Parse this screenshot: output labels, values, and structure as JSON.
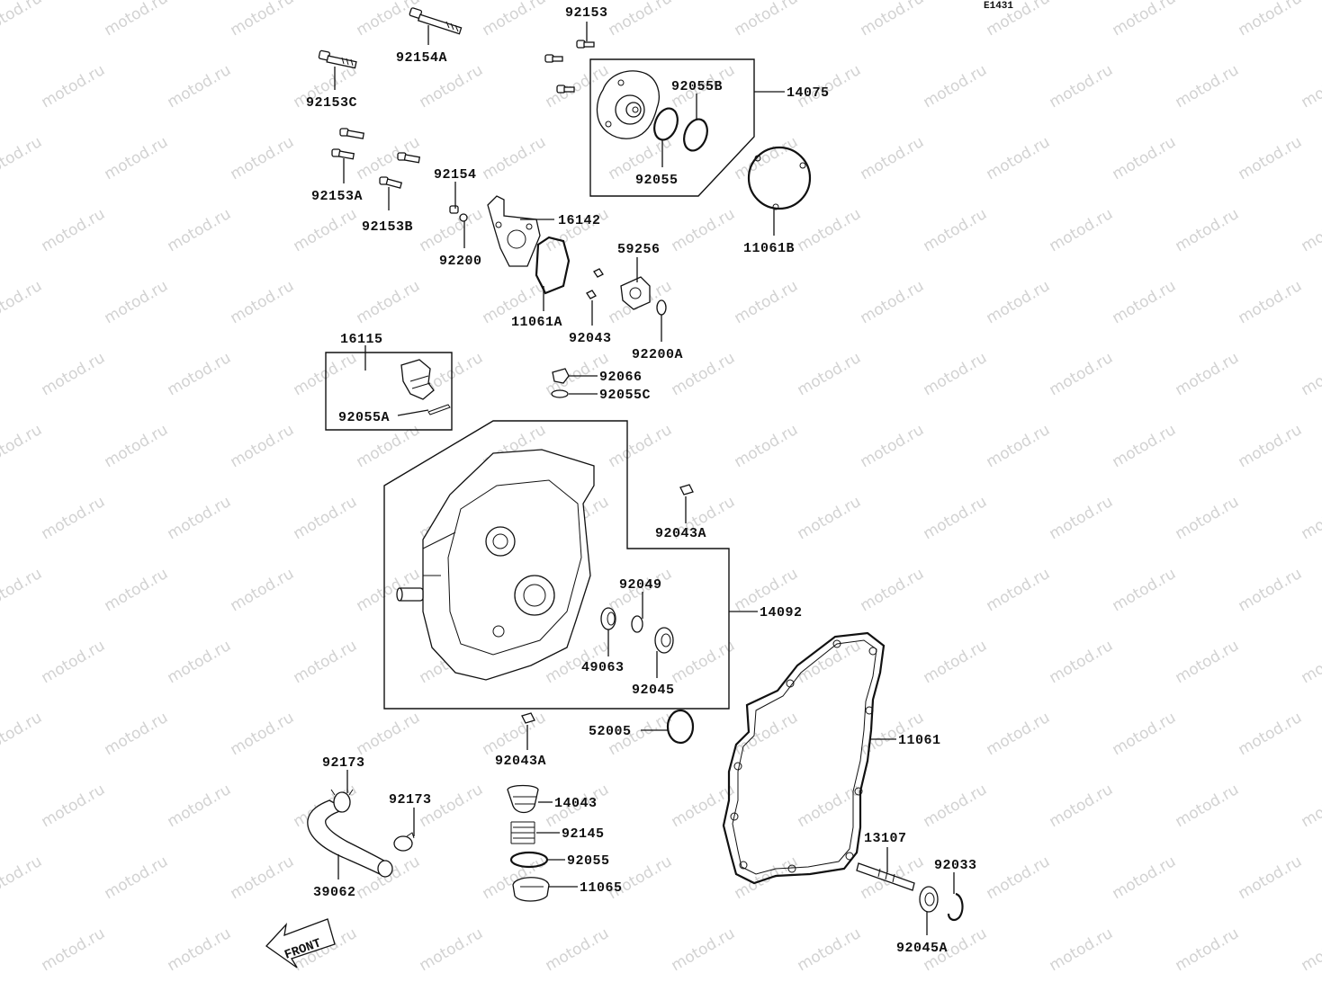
{
  "diagram": {
    "code": "E1431",
    "watermark": "motod.ru",
    "front_label": "FRONT"
  },
  "labels": [
    {
      "id": "92153_top",
      "text": "92153"
    },
    {
      "id": "92154A",
      "text": "92154A"
    },
    {
      "id": "92153C",
      "text": "92153C"
    },
    {
      "id": "92153A",
      "text": "92153A"
    },
    {
      "id": "92153B",
      "text": "92153B"
    },
    {
      "id": "92154",
      "text": "92154"
    },
    {
      "id": "92200",
      "text": "92200"
    },
    {
      "id": "16142",
      "text": "16142"
    },
    {
      "id": "11061A",
      "text": "11061A"
    },
    {
      "id": "92043",
      "text": "92043"
    },
    {
      "id": "59256",
      "text": "59256"
    },
    {
      "id": "92200A",
      "text": "92200A"
    },
    {
      "id": "92055B",
      "text": "92055B"
    },
    {
      "id": "14075",
      "text": "14075"
    },
    {
      "id": "92055_top",
      "text": "92055"
    },
    {
      "id": "11061B",
      "text": "11061B"
    },
    {
      "id": "16115",
      "text": "16115"
    },
    {
      "id": "92055A",
      "text": "92055A"
    },
    {
      "id": "92066",
      "text": "92066"
    },
    {
      "id": "92055C",
      "text": "92055C"
    },
    {
      "id": "92043A_top",
      "text": "92043A"
    },
    {
      "id": "92049",
      "text": "92049"
    },
    {
      "id": "14092",
      "text": "14092"
    },
    {
      "id": "49063",
      "text": "49063"
    },
    {
      "id": "92045",
      "text": "92045"
    },
    {
      "id": "52005",
      "text": "52005"
    },
    {
      "id": "11061",
      "text": "11061"
    },
    {
      "id": "92043A_bottom",
      "text": "92043A"
    },
    {
      "id": "92173_left",
      "text": "92173"
    },
    {
      "id": "92173_right",
      "text": "92173"
    },
    {
      "id": "39062",
      "text": "39062"
    },
    {
      "id": "14043",
      "text": "14043"
    },
    {
      "id": "92145",
      "text": "92145"
    },
    {
      "id": "92055_bottom",
      "text": "92055"
    },
    {
      "id": "11065",
      "text": "11065"
    },
    {
      "id": "13107",
      "text": "13107"
    },
    {
      "id": "92033",
      "text": "92033"
    },
    {
      "id": "92045A",
      "text": "92045A"
    }
  ]
}
